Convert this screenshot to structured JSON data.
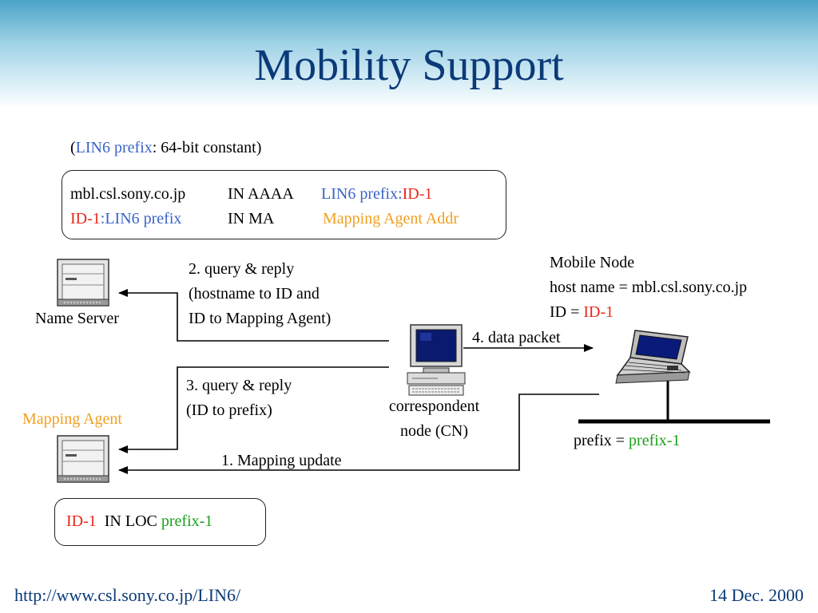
{
  "title": "Mobility Support",
  "constant_note": {
    "open": "(",
    "prefix_label": "LIN6 prefix",
    "rest": ": 64-bit constant)"
  },
  "dns_record": {
    "line1": {
      "host": "mbl.csl.sony.co.jp",
      "type": "IN AAAA",
      "prefix": "LIN6 prefix:",
      "id": "ID-1"
    },
    "line2": {
      "id": "ID-1",
      "prefix": ":LIN6 prefix",
      "type": "IN MA",
      "value": "Mapping Agent Addr"
    }
  },
  "nodes": {
    "name_server": "Name Server",
    "mapping_agent": "Mapping Agent",
    "cn_line1": "correspondent",
    "cn_line2": "node (CN)"
  },
  "mobile_node": {
    "title": "Mobile Node",
    "hostname": "host name = mbl.csl.sony.co.jp",
    "id_label": "ID = ",
    "id_value": "ID-1",
    "prefix_label": "prefix = ",
    "prefix_value": "prefix-1"
  },
  "steps": {
    "step2_line1": "2. query & reply",
    "step2_line2": "(hostname to ID and",
    "step2_line3": "ID to Mapping Agent)",
    "step3_line1": "3. query & reply",
    "step3_line2": "(ID to prefix)",
    "step4": "4. data packet",
    "step1": "1. Mapping update"
  },
  "loc_record": {
    "id": "ID-1",
    "type": "IN LOC",
    "prefix": "prefix-1"
  },
  "footer": {
    "url": "http://www.csl.sony.co.jp/LIN6/",
    "date": "14 Dec. 2000"
  },
  "colors": {
    "title": "#0b3a78",
    "lin6_prefix": "#3a63c6",
    "id": "#e8281c",
    "mapping_agent": "#f0a020",
    "prefix_value": "#1aa01a"
  },
  "icons": [
    "server-icon",
    "desktop-computer-icon",
    "laptop-icon"
  ]
}
